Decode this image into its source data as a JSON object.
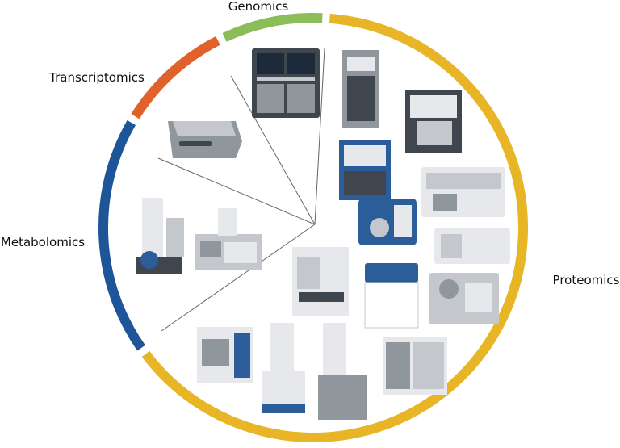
{
  "segments": [
    {
      "name": "Genomics",
      "color": "#8cbd59"
    },
    {
      "name": "Transcriptomics",
      "color": "#e0622a"
    },
    {
      "name": "Metabolomics",
      "color": "#1e5599"
    },
    {
      "name": "Proteomics",
      "color": "#e8b526"
    }
  ],
  "palette": {
    "white": "#ffffff",
    "light": "#e6e8eb",
    "silver": "#c4c8cc",
    "grey": "#8f969c",
    "dark": "#3f464d",
    "screen": "#1c2a3c",
    "blue": "#2a5d99",
    "divider": "#666666"
  }
}
